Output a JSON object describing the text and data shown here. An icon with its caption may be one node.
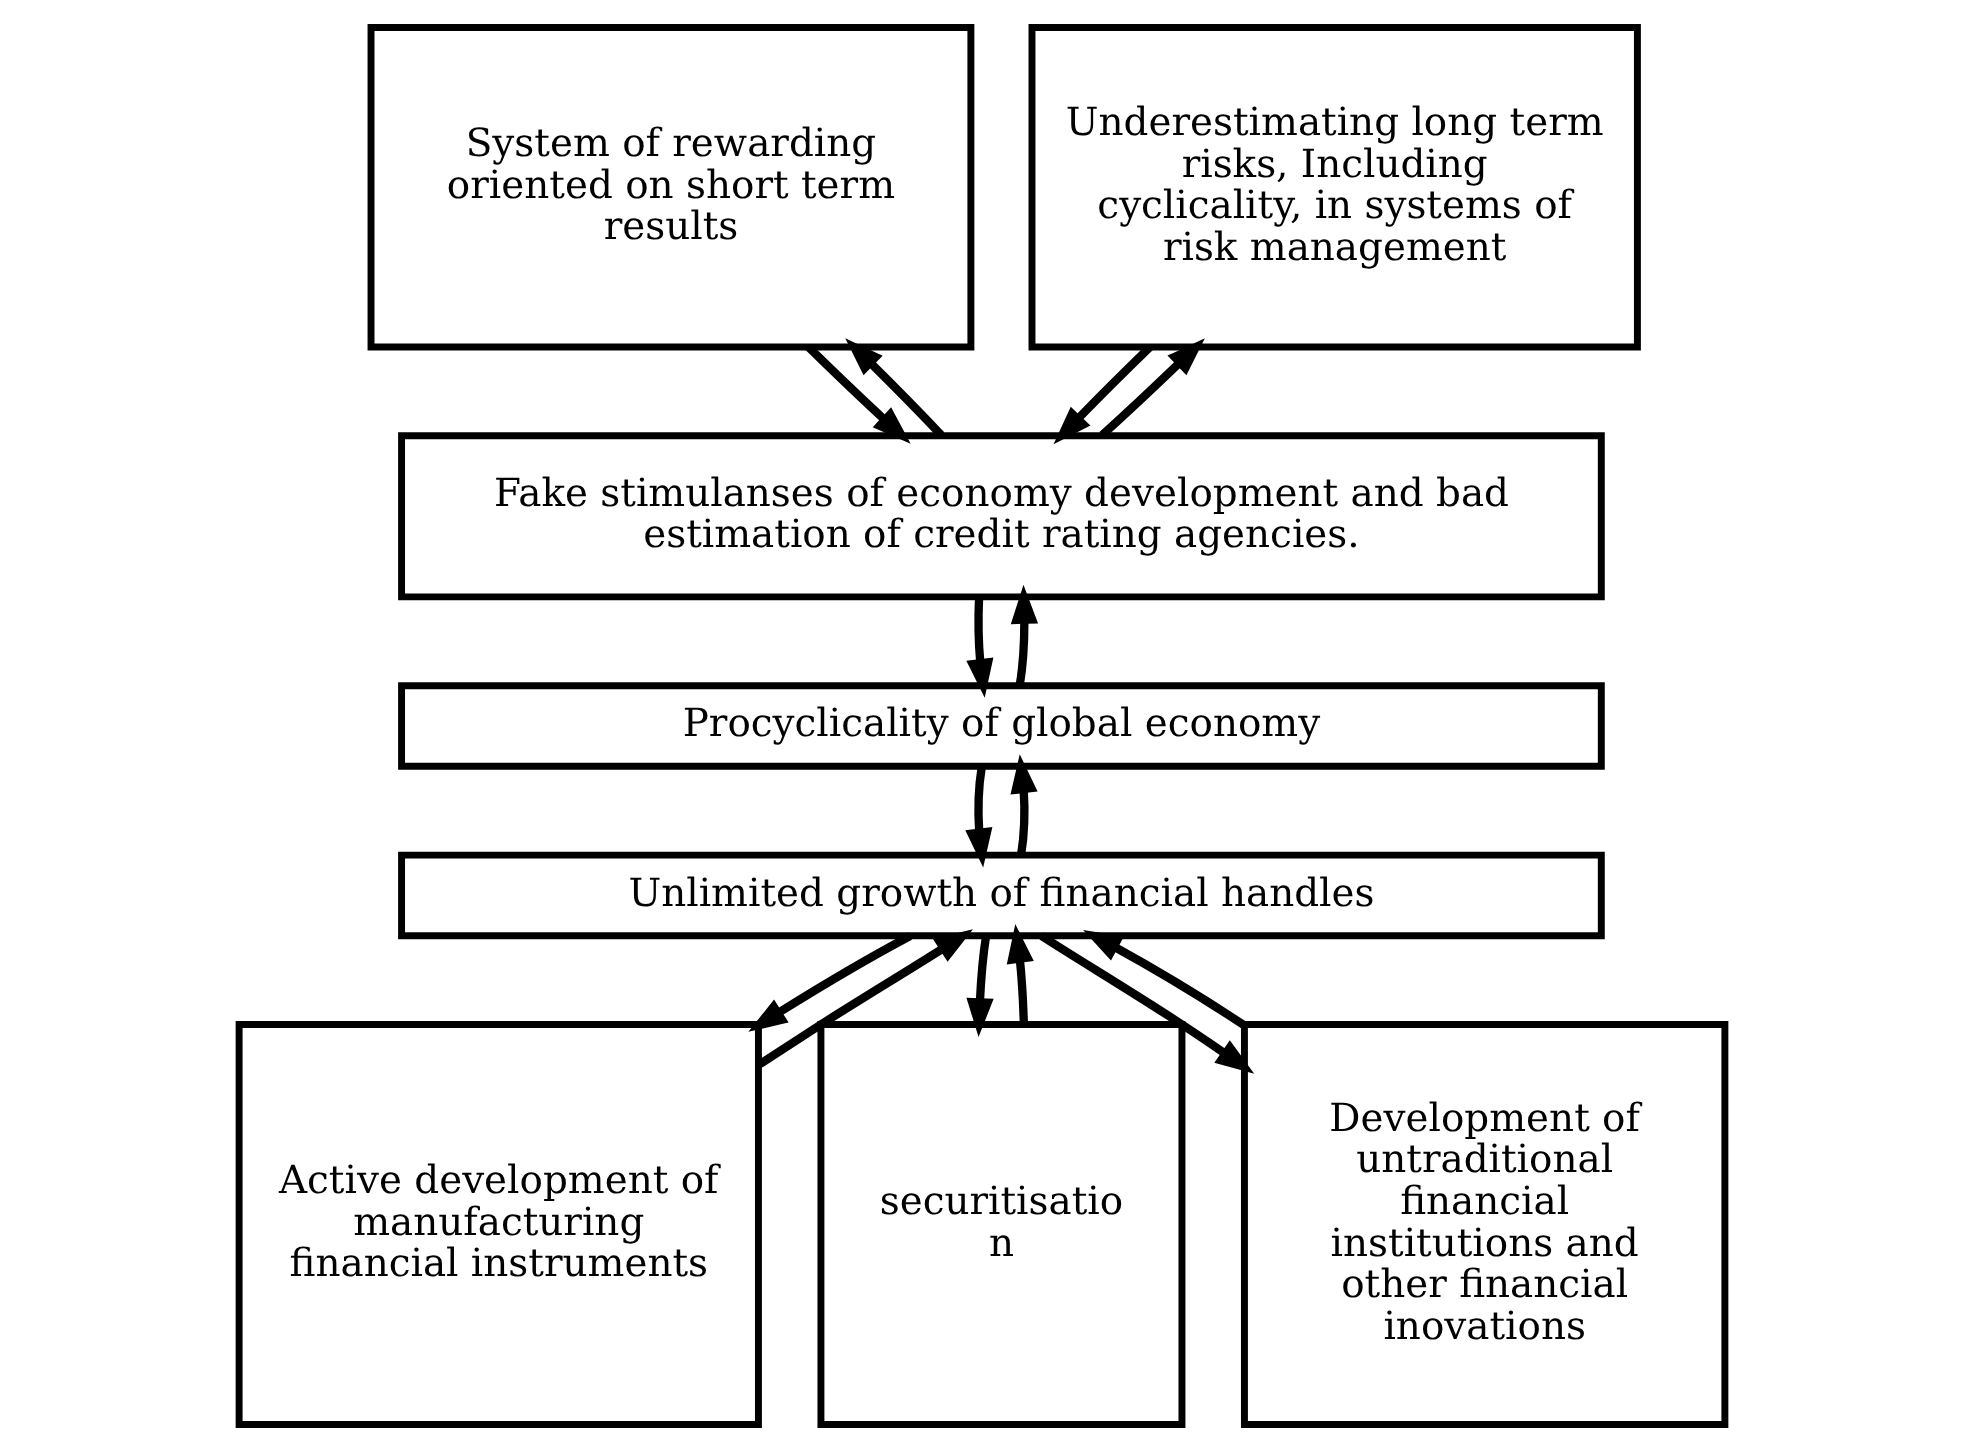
{
  "diagram": {
    "nodes": [
      {
        "text": [
          "System of rewarding oriented on short term results"
        ]
      },
      {
        "text": [
          "Underestimating long term risks, Including cyclicality, in systems of risk management"
        ]
      },
      {
        "text": [
          "Fake stimulanses of economy development and bad estimation of credit rating agencies."
        ]
      },
      {
        "text": [
          "Procyclicality of global economy"
        ]
      },
      {
        "text": [
          "Unlimited growth of financial handles"
        ]
      },
      {
        "text": [
          "Active development of manufacturing financial instruments"
        ]
      },
      {
        "text": [
          "securitisatio n"
        ]
      },
      {
        "text": [
          "Development of untraditional financial institutions and other financial inovations"
        ]
      }
    ],
    "edges": [
      {
        "from": 2,
        "to": 0,
        "arrow": "to"
      },
      {
        "from": 0,
        "to": 2,
        "arrow": "to"
      },
      {
        "from": 2,
        "to": 1,
        "arrow": "to"
      },
      {
        "from": 1,
        "to": 2,
        "arrow": "to"
      },
      {
        "from": 3,
        "to": 2,
        "arrow": "to"
      },
      {
        "from": 2,
        "to": 3,
        "arrow": "to"
      },
      {
        "from": 4,
        "to": 3,
        "arrow": "to"
      },
      {
        "from": 3,
        "to": 4,
        "arrow": "to"
      },
      {
        "from": 5,
        "to": 4,
        "arrow": "to"
      },
      {
        "from": 4,
        "to": 5,
        "arrow": "to"
      },
      {
        "from": 6,
        "to": 4,
        "arrow": "to"
      },
      {
        "from": 4,
        "to": 6,
        "arrow": "to"
      },
      {
        "from": 7,
        "to": 4,
        "arrow": "to"
      },
      {
        "from": 4,
        "to": 7,
        "arrow": "to"
      }
    ]
  }
}
